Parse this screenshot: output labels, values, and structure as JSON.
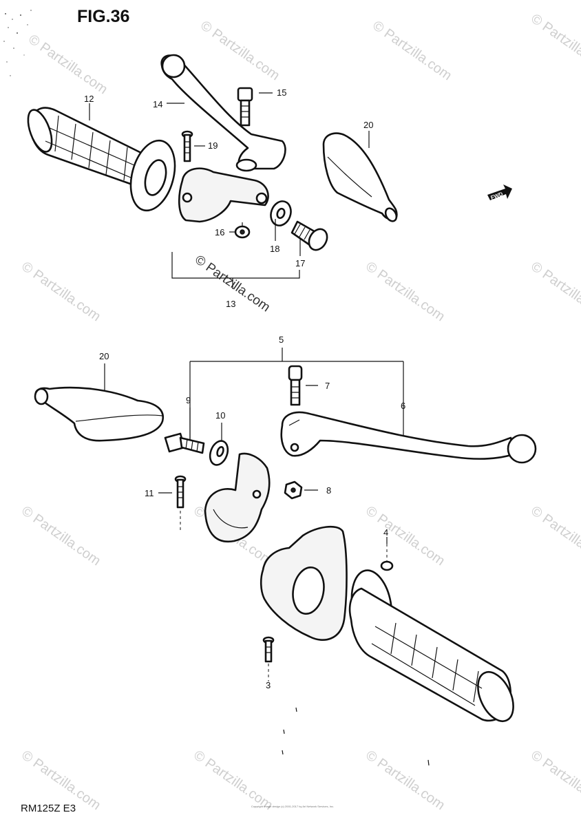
{
  "figure": {
    "title": "FIG.36",
    "model_code": "RM125Z  E3",
    "copyright_note": "Copyright\nImage design (c) 2001-2017 by Ari Network Services, Inc."
  },
  "watermark": {
    "text": "© Partzilla.com"
  },
  "fwd_label": "FWD",
  "callouts": [
    {
      "id": "c12",
      "label": "12"
    },
    {
      "id": "c14",
      "label": "14"
    },
    {
      "id": "c15",
      "label": "15"
    },
    {
      "id": "c19",
      "label": "19"
    },
    {
      "id": "c20a",
      "label": "20"
    },
    {
      "id": "c16",
      "label": "16"
    },
    {
      "id": "c18",
      "label": "18"
    },
    {
      "id": "c17",
      "label": "17"
    },
    {
      "id": "c13",
      "label": "13"
    },
    {
      "id": "c5",
      "label": "5"
    },
    {
      "id": "c20b",
      "label": "20"
    },
    {
      "id": "c7",
      "label": "7"
    },
    {
      "id": "c9",
      "label": "9"
    },
    {
      "id": "c10",
      "label": "10"
    },
    {
      "id": "c6",
      "label": "6"
    },
    {
      "id": "c11",
      "label": "11"
    },
    {
      "id": "c8",
      "label": "8"
    },
    {
      "id": "c4",
      "label": "4"
    },
    {
      "id": "c3",
      "label": "3"
    }
  ]
}
